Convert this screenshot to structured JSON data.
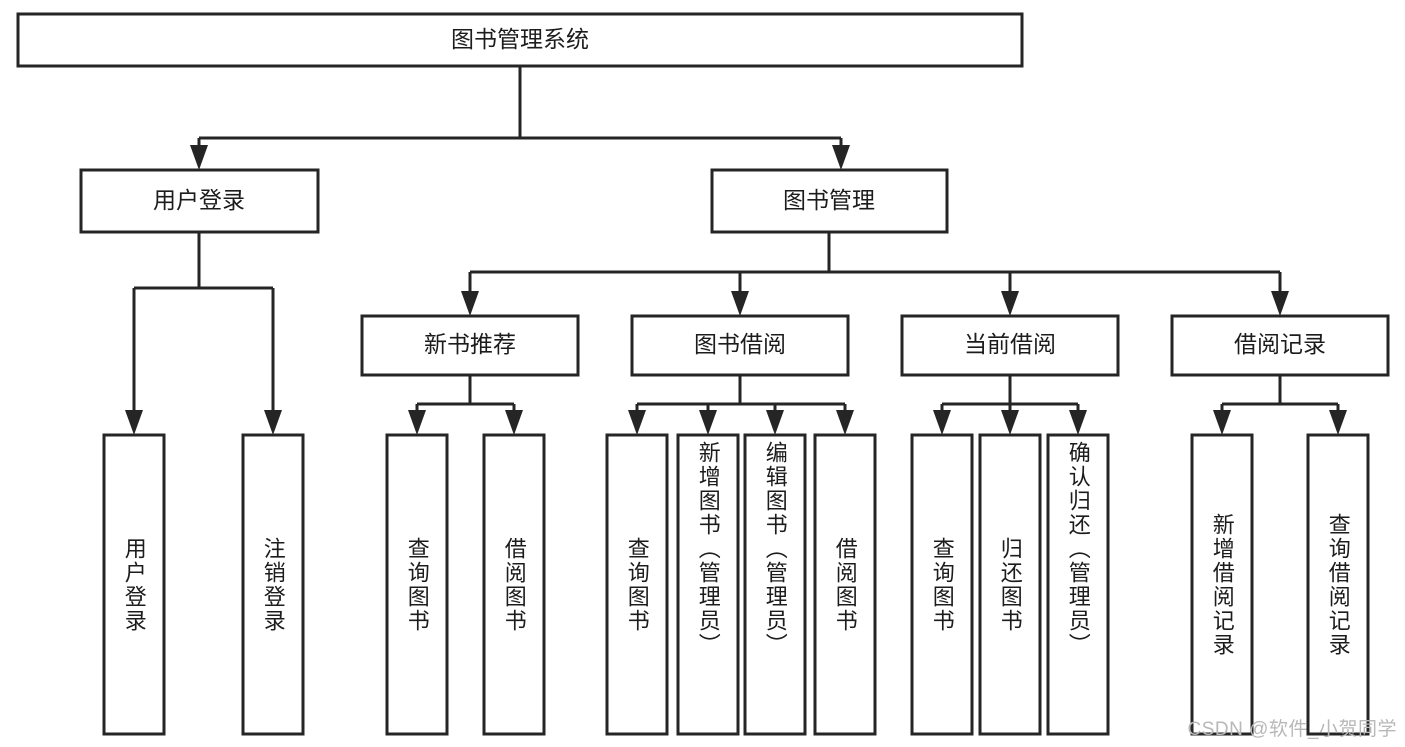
{
  "diagram": {
    "type": "tree",
    "title": "图书管理系统",
    "watermark": "CSDN @软件_小贺同学",
    "level1": {
      "label": "图书管理系统"
    },
    "level2": [
      {
        "label": "用户登录"
      },
      {
        "label": "图书管理"
      }
    ],
    "level3": [
      {
        "label": "新书推荐"
      },
      {
        "label": "图书借阅"
      },
      {
        "label": "当前借阅"
      },
      {
        "label": "借阅记录"
      }
    ],
    "leaves": {
      "user_login": [
        {
          "label": "用户登录"
        },
        {
          "label": "注销登录"
        }
      ],
      "new_book_recommend": [
        {
          "label": "查询图书"
        },
        {
          "label": "借阅图书"
        }
      ],
      "book_borrow": [
        {
          "label": "查询图书"
        },
        {
          "label": "新增图书（管理员）"
        },
        {
          "label": "编辑图书（管理员）"
        },
        {
          "label": "借阅图书"
        }
      ],
      "current_borrow": [
        {
          "label": "查询图书"
        },
        {
          "label": "归还图书"
        },
        {
          "label": "确认归还（管理员）"
        }
      ],
      "borrow_record": [
        {
          "label": "新增借阅记录"
        },
        {
          "label": "查询借阅记录"
        }
      ]
    },
    "colors": {
      "stroke": "#252525",
      "fill": "#ffffff",
      "text": "#1c1c1c",
      "watermark": "#b8b8b8"
    }
  }
}
